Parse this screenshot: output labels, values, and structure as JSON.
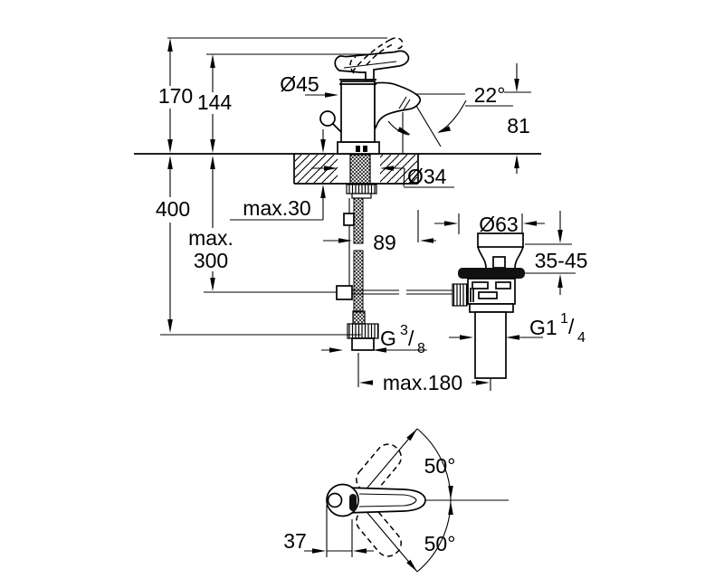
{
  "title": "Faucet technical dimension drawing",
  "colors": {
    "line": "#000000",
    "bg": "#ffffff"
  },
  "front": {
    "height_total": "170",
    "height_handle": "144",
    "body_dia": "Ø45",
    "spout_angle": "22°",
    "spout_height": "81",
    "hose_length": "400",
    "rod_max_a": "max.",
    "rod_max_b": "300",
    "deck_max": "max.30",
    "hole_dia": "Ø34",
    "projection": "89",
    "waste_dia": "Ø63",
    "deck_range": "35-45",
    "max_distance": "max.180",
    "g38": {
      "base": "G",
      "sup": "3",
      "slash": "/",
      "sub": "8"
    },
    "g114": {
      "base": "G1",
      "sup": "1",
      "slash": "/",
      "sub": "4"
    }
  },
  "top": {
    "swivel_upper": "50°",
    "swivel_lower": "50°",
    "handle_offset": "37"
  }
}
